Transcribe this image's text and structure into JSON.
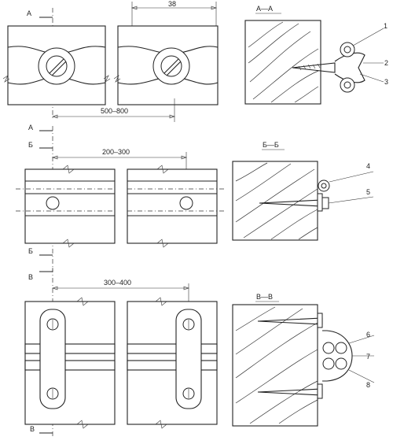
{
  "section_marks": {
    "a": "А",
    "b": "Б",
    "v": "В"
  },
  "section_titles": {
    "aa": "А—А",
    "bb": "Б—Б",
    "vv": "В—В"
  },
  "dimensions": {
    "d38": "38",
    "d500_800": "500–800",
    "d200_300": "200–300",
    "d300_400": "300–400"
  },
  "callouts": [
    "1",
    "2",
    "3",
    "4",
    "5",
    "6",
    "7",
    "8"
  ]
}
